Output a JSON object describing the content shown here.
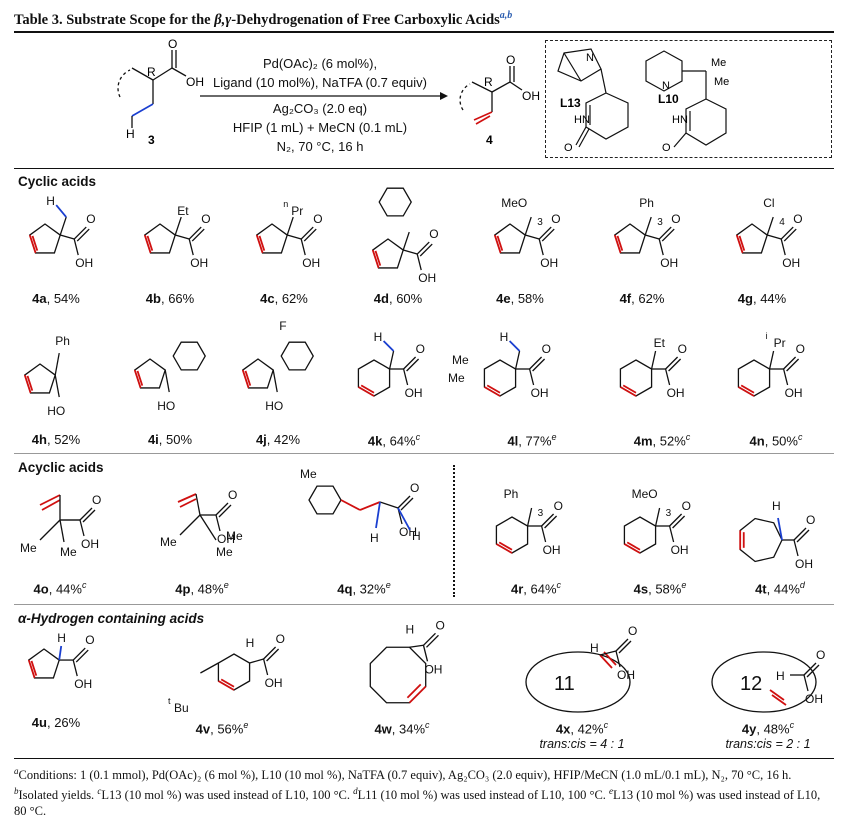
{
  "title": {
    "prefix": "Table 3. Substrate Scope for the ",
    "greek": "β,γ",
    "suffix": "-Dehydrogenation of Free Carboxylic Acids",
    "sup": "a,b"
  },
  "scheme": {
    "substrate_label": "3",
    "product_label": "4",
    "conditions": [
      "Pd(OAc)₂ (6 mol%),",
      "Ligand (10 mol%), NaTFA (0.7 equiv)",
      "Ag₂CO₃ (2.0 eq)",
      "HFIP (1 mL) + MeCN (0.1 mL)",
      "N₂, 70 °C, 16 h"
    ],
    "ligands": [
      "L13",
      "L10"
    ]
  },
  "sections": {
    "cyclic": "Cyclic acids",
    "acyclic": "Acyclic acids",
    "alpha": "α-Hydrogen containing acids"
  },
  "compounds": [
    {
      "id": "4a",
      "yield": "54%",
      "note": ""
    },
    {
      "id": "4b",
      "yield": "66%",
      "note": ""
    },
    {
      "id": "4c",
      "yield": "62%",
      "note": ""
    },
    {
      "id": "4d",
      "yield": "60%",
      "note": ""
    },
    {
      "id": "4e",
      "yield": "58%",
      "note": ""
    },
    {
      "id": "4f",
      "yield": "62%",
      "note": ""
    },
    {
      "id": "4g",
      "yield": "44%",
      "note": ""
    },
    {
      "id": "4h",
      "yield": "52%",
      "note": ""
    },
    {
      "id": "4i",
      "yield": "50%",
      "note": ""
    },
    {
      "id": "4j",
      "yield": "42%",
      "note": ""
    },
    {
      "id": "4k",
      "yield": "64%",
      "note": "c"
    },
    {
      "id": "4l",
      "yield": "77%",
      "note": "e"
    },
    {
      "id": "4m",
      "yield": "52%",
      "note": "c"
    },
    {
      "id": "4n",
      "yield": "50%",
      "note": "c"
    },
    {
      "id": "4o",
      "yield": "44%",
      "note": "c"
    },
    {
      "id": "4p",
      "yield": "48%",
      "note": "e"
    },
    {
      "id": "4q",
      "yield": "32%",
      "note": "e"
    },
    {
      "id": "4r",
      "yield": "64%",
      "note": "c"
    },
    {
      "id": "4s",
      "yield": "58%",
      "note": "e"
    },
    {
      "id": "4t",
      "yield": "44%",
      "note": "d"
    },
    {
      "id": "4u",
      "yield": "26%",
      "note": ""
    },
    {
      "id": "4v",
      "yield": "56%",
      "note": "e"
    },
    {
      "id": "4w",
      "yield": "34%",
      "note": "c"
    },
    {
      "id": "4x",
      "yield": "42%",
      "note": "c"
    },
    {
      "id": "4y",
      "yield": "48%",
      "note": "c"
    }
  ],
  "ratios": {
    "x": "trans:cis = 4 : 1",
    "y": "trans:cis = 2 : 1"
  },
  "ring_sizes": {
    "x": "11",
    "y": "12"
  },
  "substituents": {
    "a": "H",
    "b": "Et",
    "c": "Pr",
    "c_pre": "n",
    "e": "MeO",
    "e_n": "3",
    "f": "Ph",
    "f_n": "3",
    "g": "Cl",
    "g_n": "4",
    "h": "Ph",
    "k": "H",
    "l": "H",
    "l_me1": "Me",
    "l_me2": "Me",
    "m": "Et",
    "n": "Pr",
    "n_pre": "i",
    "o_me1": "Me",
    "o_me2": "Me",
    "p_me1": "Me",
    "p_me2": "Me",
    "p_me3": "Me",
    "q_me": "Me",
    "q_h": "H",
    "q_h2": "H",
    "r": "Ph",
    "r_n": "3",
    "s": "MeO",
    "s_n": "3",
    "t": "H",
    "v_bu": "Bu",
    "v_pre": "t",
    "oh": "OH",
    "o": "O",
    "ho": "HO",
    "me": "Me",
    "r_lab": "R",
    "h_lab": "H",
    "f_lab": "F",
    "n_lab": "N",
    "hn": "HN"
  },
  "footnote": {
    "a": "Conditions: 1 (0.1 mmol), Pd(OAc)₂ (6 mol %), L10 (10 mol %), NaTFA (0.7 equiv), Ag₂CO₃ (2.0 equiv), HFIP/MeCN (1.0 mL/0.1 mL), N₂, 70 °C, 16 h.",
    "b": "Isolated yields.",
    "c": "L13 (10 mol %) was used instead of L10, 100 °C.",
    "d": "L11 (10 mol %) was used instead of L10, 100 °C.",
    "e": "L13 (10 mol %) was used instead of L10, 80 °C."
  }
}
